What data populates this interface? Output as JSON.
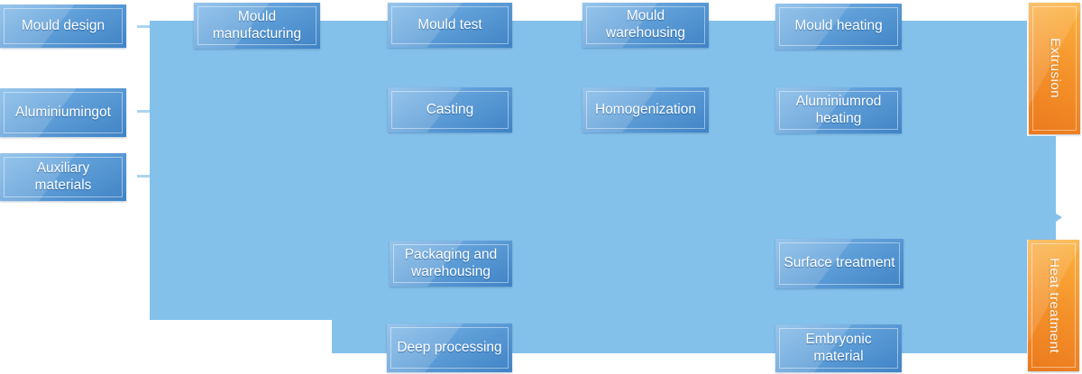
{
  "diagram": {
    "type": "process-flow",
    "nodes": [
      {
        "id": "mould-design",
        "label": "Mould design"
      },
      {
        "id": "aluminiumingot",
        "label": "Aluminiumingot"
      },
      {
        "id": "auxiliary-materials",
        "label": "Auxiliary\nmaterials"
      },
      {
        "id": "mould-manufacturing",
        "label": "Mould\nmanufacturing"
      },
      {
        "id": "mould-test",
        "label": "Mould test"
      },
      {
        "id": "casting",
        "label": "Casting"
      },
      {
        "id": "packaging-warehousing",
        "label": "Packaging and\nwarehousing"
      },
      {
        "id": "deep-processing",
        "label": "Deep processing"
      },
      {
        "id": "mould-warehousing",
        "label": "Mould\nwarehousing"
      },
      {
        "id": "homogenization",
        "label": "Homogenization"
      },
      {
        "id": "mould-heating",
        "label": "Mould heating"
      },
      {
        "id": "aluminiumrod-heating",
        "label": "Aluminiumrod\nheating"
      },
      {
        "id": "surface-treatment",
        "label": "Surface treatment"
      },
      {
        "id": "embryonic-material",
        "label": "Embryonic\nmaterial"
      },
      {
        "id": "extrusion",
        "label": "Extrusion"
      },
      {
        "id": "heat-treatment",
        "label": "Heat treatment"
      }
    ],
    "colors": {
      "flow_fill": "#84C1EA",
      "connector_dash": "#A9D5F2",
      "node_gradient_top": "#79B5E6",
      "node_gradient_bottom": "#4083C5",
      "stage_gradient_top": "#FBB23F",
      "stage_gradient_bottom": "#EB7A1D",
      "text": "#FFFFFF"
    }
  }
}
